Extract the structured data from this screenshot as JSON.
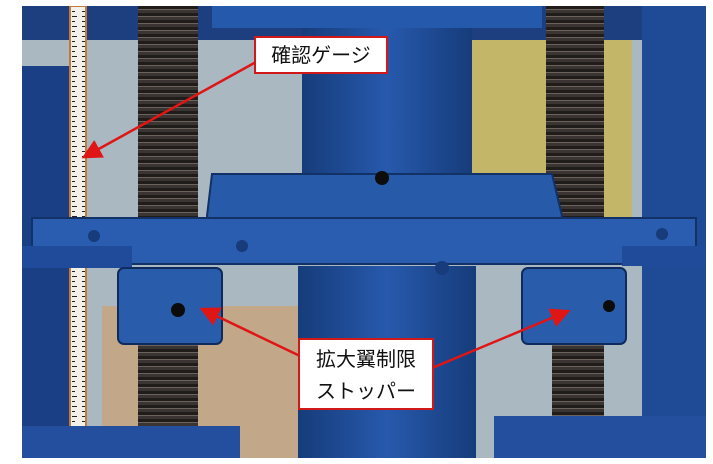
{
  "callouts": {
    "check_gauge": "確認ゲージ",
    "stopper_line1": "拡大翼制限",
    "stopper_line2": "ストッパー"
  },
  "colors": {
    "callout_border": "#d11919",
    "arrow": "#e01515",
    "steel_blue": "#1f4f9c",
    "thread_dark": "#2e2a27"
  }
}
